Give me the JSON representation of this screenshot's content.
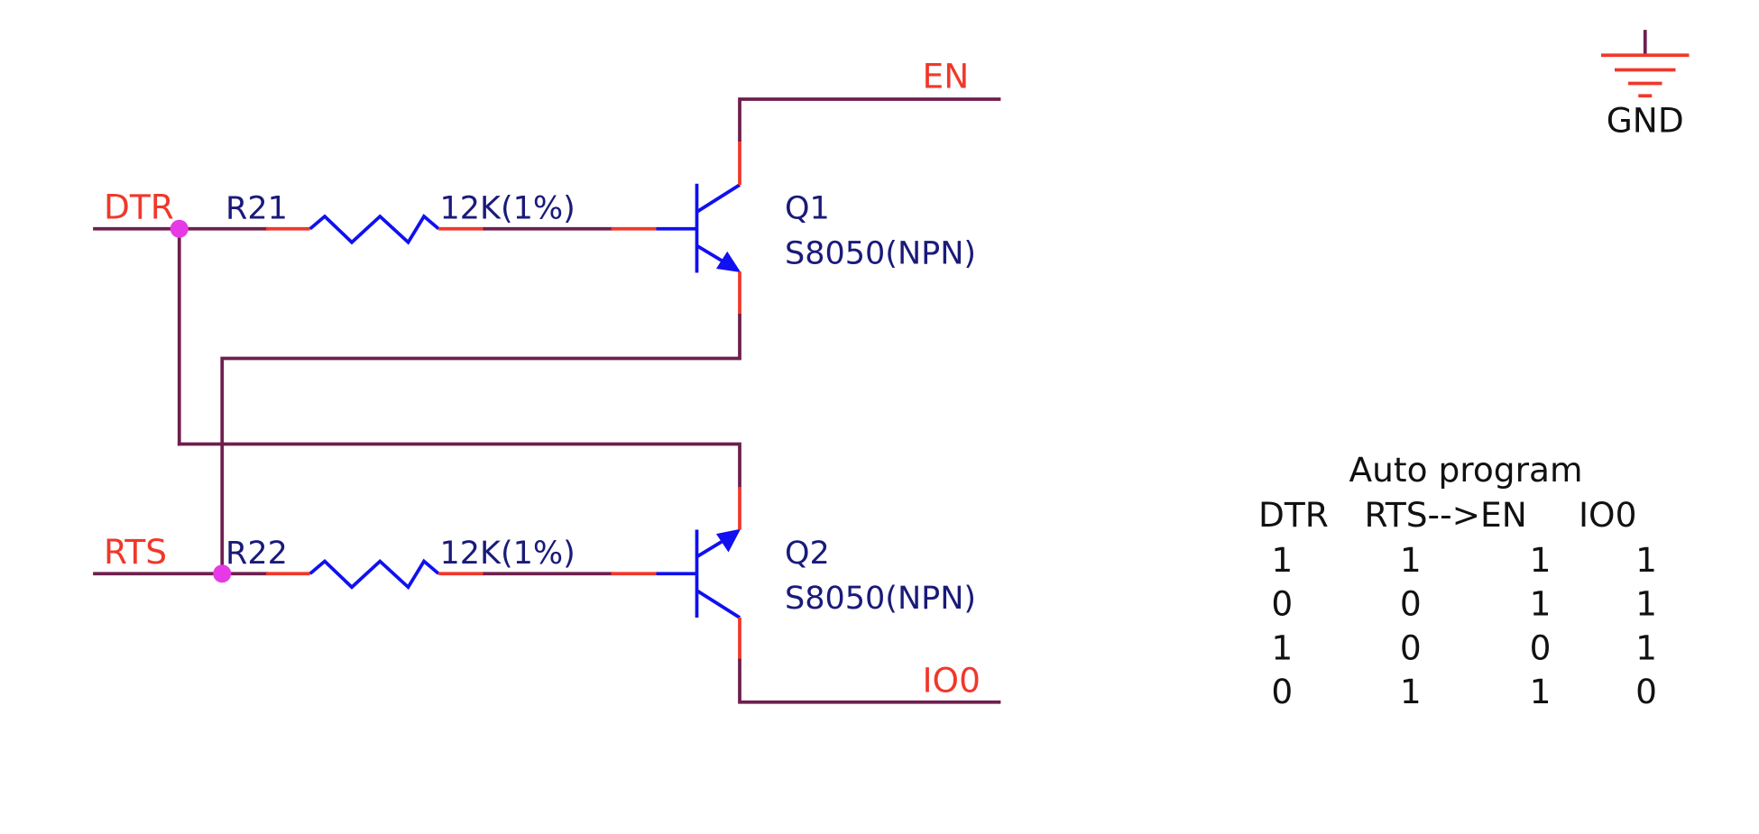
{
  "net_labels": {
    "dtr": "DTR",
    "rts": "RTS",
    "en": "EN",
    "io0": "IO0"
  },
  "power": {
    "gnd_label": "GND"
  },
  "components": {
    "r21": {
      "ref": "R21",
      "value": "12K(1%)"
    },
    "r22": {
      "ref": "R22",
      "value": "12K(1%)"
    },
    "q1": {
      "ref": "Q1",
      "value": "S8050(NPN)"
    },
    "q2": {
      "ref": "Q2",
      "value": "S8050(NPN)"
    }
  },
  "truth_table": {
    "title": "Auto program",
    "header": "DTR  RTS-->EN  IO0",
    "columns": [
      "DTR",
      "RTS",
      "EN",
      "IO0"
    ],
    "rows": [
      [
        "1",
        "1",
        "1",
        "1"
      ],
      [
        "0",
        "0",
        "1",
        "1"
      ],
      [
        "1",
        "0",
        "0",
        "1"
      ],
      [
        "0",
        "1",
        "1",
        "0"
      ]
    ]
  },
  "colors": {
    "wire": "#6e1f4e",
    "pin": "#f0382a",
    "component_body": "#1010f0",
    "junction": "#e63ae6",
    "net_label": "#f0382a",
    "reference_text": "#1a1a7a"
  }
}
